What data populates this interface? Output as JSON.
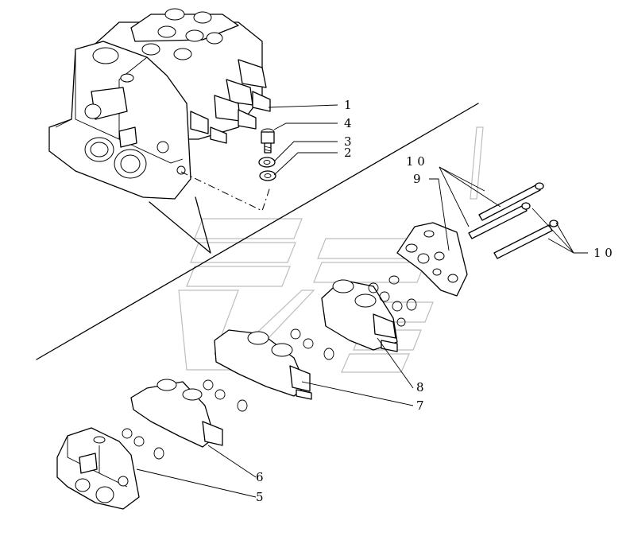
{
  "callouts": {
    "c1": "1",
    "c2": "2",
    "c3": "3",
    "c4": "4",
    "c5": "5",
    "c6": "6",
    "c7": "7",
    "c8": "8",
    "c9": "9",
    "c10a": "1 0",
    "c10b": "1 0"
  },
  "parts": [
    {
      "id": "valve-assembly",
      "icon": "hydraulic-control-valve"
    },
    {
      "id": "cap-screw",
      "callout": "4"
    },
    {
      "id": "washer",
      "callout": "3"
    },
    {
      "id": "lock-washer",
      "callout": "2"
    },
    {
      "id": "inlet-section",
      "callout": "5"
    },
    {
      "id": "spool-section-1",
      "callout": "6"
    },
    {
      "id": "spool-section-2",
      "callout": "7"
    },
    {
      "id": "spool-section-3",
      "callout": "8"
    },
    {
      "id": "end-plate",
      "callout": "9"
    },
    {
      "id": "tie-rods",
      "callout": "10"
    }
  ]
}
